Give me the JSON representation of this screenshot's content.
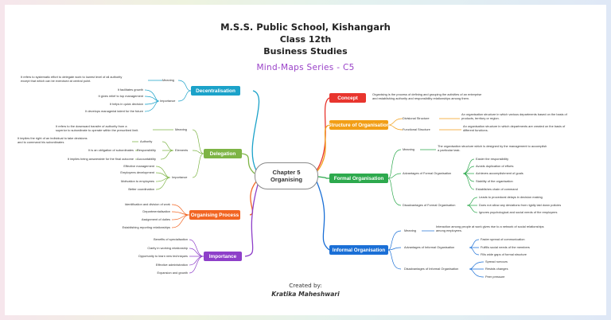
{
  "header": {
    "school": "M.S.S. Public School, Kishangarh",
    "class": "Class 12th",
    "subject": "Business Studies",
    "series": "Mind-Maps Series - C5"
  },
  "center": {
    "line1": "Chapter 5",
    "line2": "Organising"
  },
  "footer": {
    "created_by": "Created by:",
    "author": "Kratika Maheshwari"
  },
  "colors": {
    "red": "#e8352e",
    "orange": "#f29e16",
    "green": "#2da94d",
    "blue": "#1a6fd6",
    "teal": "#1ba2c9",
    "lime": "#7db445",
    "tomato": "#f26522",
    "purple": "#8e3fc9"
  },
  "right": {
    "concept": {
      "title": "Concept",
      "text": [
        "Organising is the process of defining and grouping the activities of an enterprise",
        "and establishing authority and responsibility relationships among them."
      ]
    },
    "structure": {
      "title": "Structure of Organisation",
      "divisional": {
        "label": "Divisional Structure",
        "text": [
          "An organisation structure in which various departments based on the basis of",
          "products, territory or region."
        ]
      },
      "functional": {
        "label": "Functional Structure",
        "text": [
          "An organisation structure in which departments are created on the basis of",
          "different functions."
        ]
      }
    },
    "formal": {
      "title": "Formal Organisation",
      "meaning": {
        "label": "Meaning",
        "text": [
          "The organisation structure which is designed by the management to accomplish",
          "a particular task."
        ]
      },
      "advantages": {
        "label": "Advantages of Formal Organisation",
        "items": [
          "Easier the responsibility",
          "Avoids duplication of efforts",
          "Achieves accomplishment of goals",
          "Stability of the organisation",
          "Establishes chain of command"
        ]
      },
      "disadvantages": {
        "label": "Disadvantages of Formal Organisation",
        "items": [
          "Leads to procedural delays in decision making",
          "Does not allow any deviations from rigidly laid down policies",
          "Ignores psychological and social needs of the employees"
        ]
      }
    },
    "informal": {
      "title": "Informal Organisation",
      "meaning": {
        "label": "Meaning",
        "text": [
          "Interaction among people at work gives rise to a network of social relationships",
          "among employees."
        ]
      },
      "advantages": {
        "label": "Advantages of Informal Organisation",
        "items": [
          "Faster spread of communication",
          "Fulfills social needs of the members",
          "Fills wide gaps of formal structure"
        ]
      },
      "disadvantages": {
        "label": "Disadvantages of Informal Organisation",
        "items": [
          "Spread rumours",
          "Resists changes",
          "Peer pressure"
        ]
      }
    }
  },
  "left": {
    "decentralisation": {
      "title": "Decentralisation",
      "meaning": {
        "label": "Meaning",
        "text": [
          "It refers to systematic effort to delegate work to lowest level of all authority",
          "except that which can be exercised at central point."
        ]
      },
      "importance": {
        "label": "Importance",
        "items": [
          "It facilitates growth",
          "It gives relief to top management",
          "It helps in quick decision",
          "It develops managerial talent for the future"
        ]
      }
    },
    "delegation": {
      "title": "Delegation",
      "meaning": {
        "label": "Meaning",
        "text": [
          "It refers to the downward transfer of authority from a",
          "superior to subordinate to operate within the prescribed limit."
        ]
      },
      "elements": {
        "label": "Elements",
        "authority": {
          "label": "Authority",
          "text": [
            "It implies the right of an individual to take decisions",
            "and to command his subordinates"
          ]
        },
        "responsibility": {
          "label": "Responsibility",
          "text": [
            "It is an obligation of subordinates"
          ]
        },
        "accountability": {
          "label": "Accountability",
          "text": [
            "It implies being answerable for the final outcome"
          ]
        }
      },
      "importance": {
        "label": "Importance",
        "items": [
          "Effective management",
          "Employees development",
          "Motivation to employees",
          "Better coordination"
        ]
      }
    },
    "process": {
      "title": "Organising Process",
      "items": [
        "Identification and division of work",
        "Departmentalisation",
        "Assignment of duties",
        "Establishing reporting relationships"
      ]
    },
    "importance": {
      "title": "Importance",
      "items": [
        "Benefits of specialisation",
        "Clarity in working relationship",
        "Opportunity to learn new techniques",
        "Effective administration",
        "Expansion and growth"
      ]
    }
  }
}
